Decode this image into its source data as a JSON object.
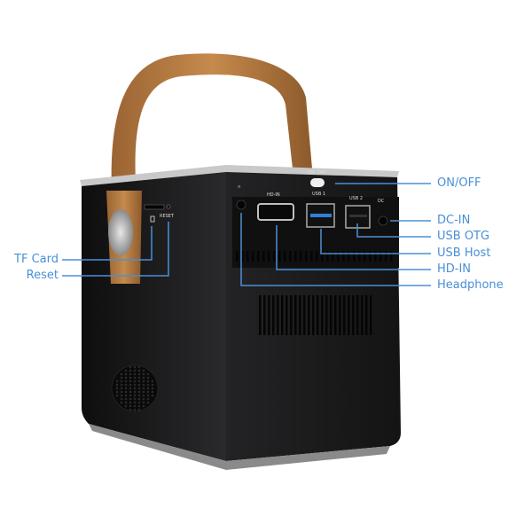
{
  "device": {
    "port_labels": {
      "switch_on": "ON",
      "switch_off": "OFF",
      "hdmi": "HD-IN",
      "usb1": "USB 1",
      "usb2": "USB 2",
      "dc": "DC",
      "reset": "RESET"
    }
  },
  "callouts": {
    "right": [
      "ON/OFF",
      "DC-IN",
      "USB OTG",
      "USB Host",
      "HD-IN",
      "Headphone"
    ],
    "left": [
      "TF Card",
      "Reset"
    ]
  },
  "colors": {
    "callout": "#4a8fd6",
    "body": "#1c1c1e",
    "strap": "#b77a3e",
    "usb_host_accent": "#2e7fd8"
  }
}
